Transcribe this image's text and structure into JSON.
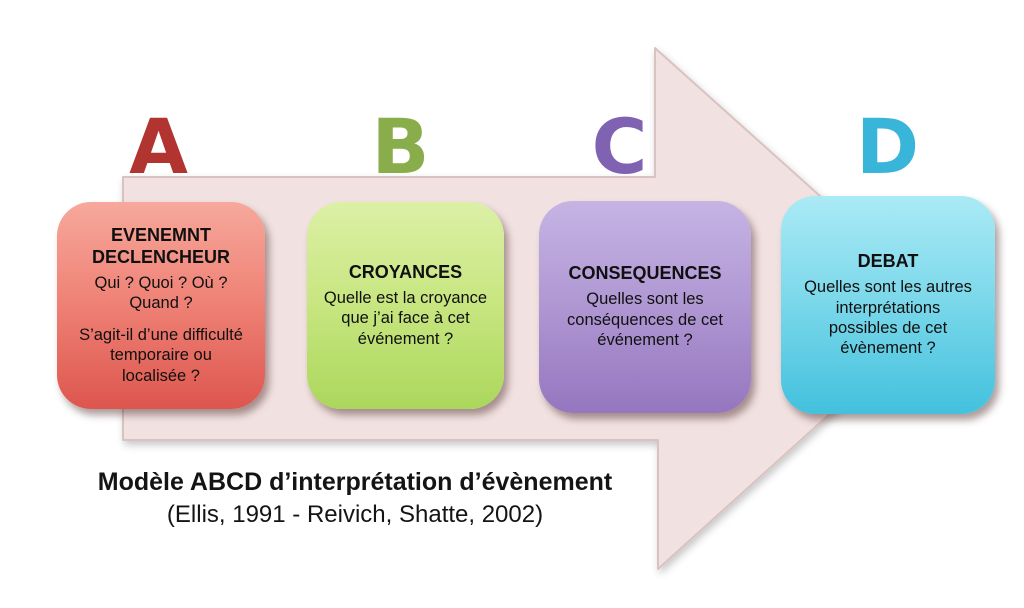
{
  "diagram": {
    "letters": [
      {
        "label": "A",
        "color": "#B23431"
      },
      {
        "label": "B",
        "color": "#8AAD4B"
      },
      {
        "label": "C",
        "color": "#7F63B2"
      },
      {
        "label": "D",
        "color": "#38B5D9"
      }
    ],
    "boxes": [
      {
        "title": "EVENEMNT\nDECLENCHEUR",
        "text1": "Qui ? Quoi ? Où ?\nQuand ?",
        "text2": "S’agit-il d’une difficulté\ntemporaire ou\nlocalisée ?",
        "color_top": "#F7A89C",
        "color_bottom": "#DD564E"
      },
      {
        "title": "CROYANCES",
        "text1": "Quelle est la croyance\nque j’ai face à cet\névénement ?",
        "text2": "",
        "color_top": "#DCF0A6",
        "color_bottom": "#ABD75C"
      },
      {
        "title": "CONSEQUENCES",
        "text1": "Quelles sont les\nconséquences de cet\névénement ?",
        "text2": "",
        "color_top": "#C6B4E4",
        "color_bottom": "#9576BF"
      },
      {
        "title": "DEBAT",
        "text1": "Quelles sont les autres\ninterprétations\npossibles de cet\névènement ?",
        "text2": "",
        "color_top": "#ABEAF6",
        "color_bottom": "#43C1DE"
      }
    ],
    "arrow": {
      "fill": "#F1E2E1",
      "edge": "#D9C2C2"
    },
    "caption": {
      "line1": "Modèle ABCD d’interprétation d’évènement",
      "line2": "(Ellis, 1991 - Reivich, Shatte, 2002)"
    }
  }
}
